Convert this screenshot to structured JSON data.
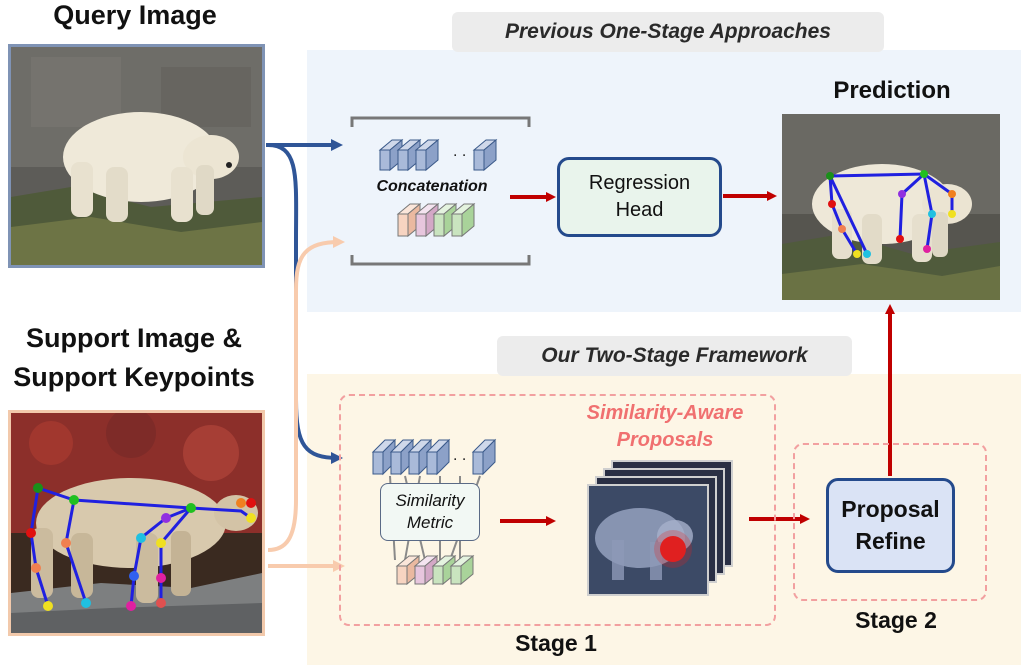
{
  "titles": {
    "query_image": "Query Image",
    "support_line1": "Support Image &",
    "support_line2": "Support Keypoints",
    "prediction": "Prediction",
    "previous": "Previous One-Stage Approaches",
    "ours": "Our Two-Stage Framework"
  },
  "blocks": {
    "concatenation": "Concatenation",
    "regression_line1": "Regression",
    "regression_line2": "Head",
    "similarity_line1": "Similarity",
    "similarity_line2": "Metric",
    "proposals_line1": "Similarity-Aware",
    "proposals_line2": "Proposals",
    "refine_line1": "Proposal",
    "refine_line2": "Refine",
    "stage1": "Stage 1",
    "stage2": "Stage 2"
  },
  "colors": {
    "query_arrow": "#2f5597",
    "support_arrow": "#f8cbad",
    "flow_arrow": "#c00000",
    "proposals_text": "#f07070",
    "keypoint_line": "#2020e0"
  }
}
